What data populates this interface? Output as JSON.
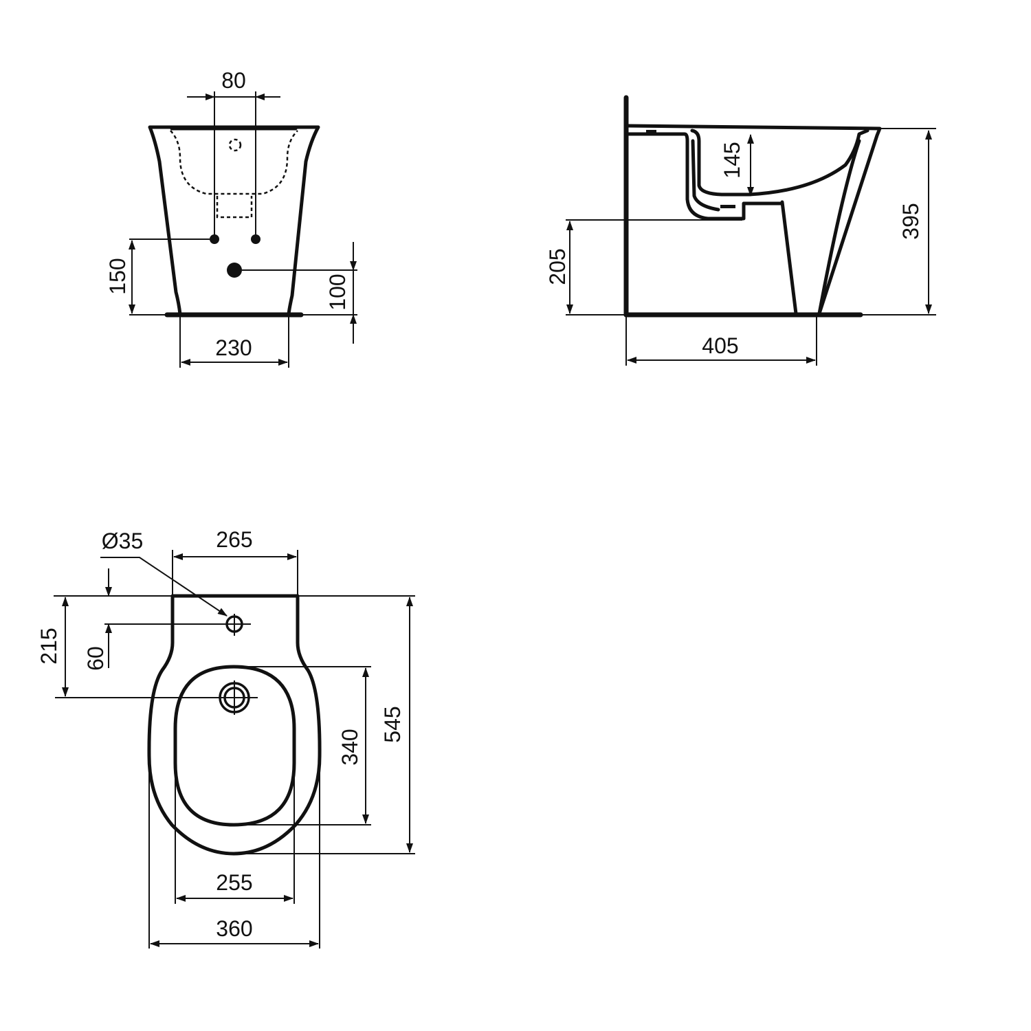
{
  "drawing": {
    "subject": "floor-standing bidet technical dimension drawing",
    "units": "mm",
    "views": {
      "front": {
        "dimensions": {
          "tap_spacing": "80",
          "supply_height": "150",
          "waste_height": "100",
          "base_width": "230"
        }
      },
      "side": {
        "dimensions": {
          "bowl_depth": "145",
          "outlet_height": "205",
          "total_height": "395",
          "base_depth": "405"
        }
      },
      "top": {
        "dimensions": {
          "tap_hole_diameter": "Ø35",
          "rear_width": "265",
          "waste_from_wall": "215",
          "tap_hole_from_wall": "60",
          "bowl_length": "340",
          "total_length": "545",
          "bowl_width": "255",
          "total_width": "360"
        }
      }
    }
  }
}
